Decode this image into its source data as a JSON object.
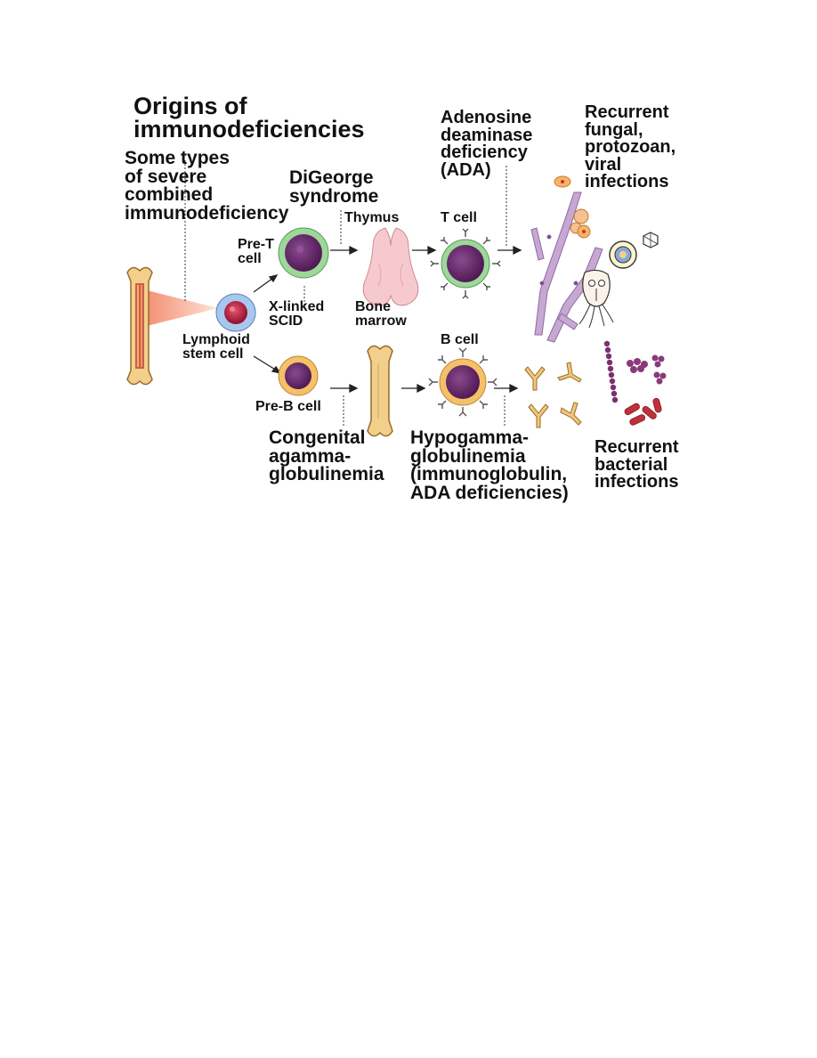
{
  "title": "Origins of\nimmunodeficiencies",
  "labels": {
    "scid": "Some types\nof severe\ncombined\nimmunodeficiency",
    "digeorge": "DiGeorge\nsyndrome",
    "ada": "Adenosine\ndeaminase\ndeficiency\n(ADA)",
    "recurrent_fungal": "Recurrent\nfungal,\nprotozoan,\nviral\ninfections",
    "pre_t_cell": "Pre-T\ncell",
    "thymus": "Thymus",
    "t_cell": "T cell",
    "x_linked_scid": "X-linked\nSCID",
    "bone_marrow": "Bone\nmarrow",
    "lymphoid_stem_cell": "Lymphoid\nstem cell",
    "b_cell": "B cell",
    "pre_b_cell": "Pre-B cell",
    "congenital": "Congenital\nagamma-\nglobulinemia",
    "hypogamma": "Hypogamma-\nglobulinemia\n(immunoglobulin,\nADA deficiencies)",
    "recurrent_bacterial": "Recurrent\nbacterial\ninfections"
  },
  "colors": {
    "bone": "#f3cf8c",
    "bone_outline": "#9a6a2a",
    "marrow": "#c8352a",
    "nucleus": "#7a2e6e",
    "t_ring": "#9ed79a",
    "b_ring": "#f4c068",
    "stem_ring": "#a9c7ee",
    "stem_nucleus": "#b2133a",
    "thymus": "#f6c9cf",
    "antibody": "#f0c878",
    "bacteria": "#c0303a",
    "hyphae": "#c6a8d2"
  }
}
